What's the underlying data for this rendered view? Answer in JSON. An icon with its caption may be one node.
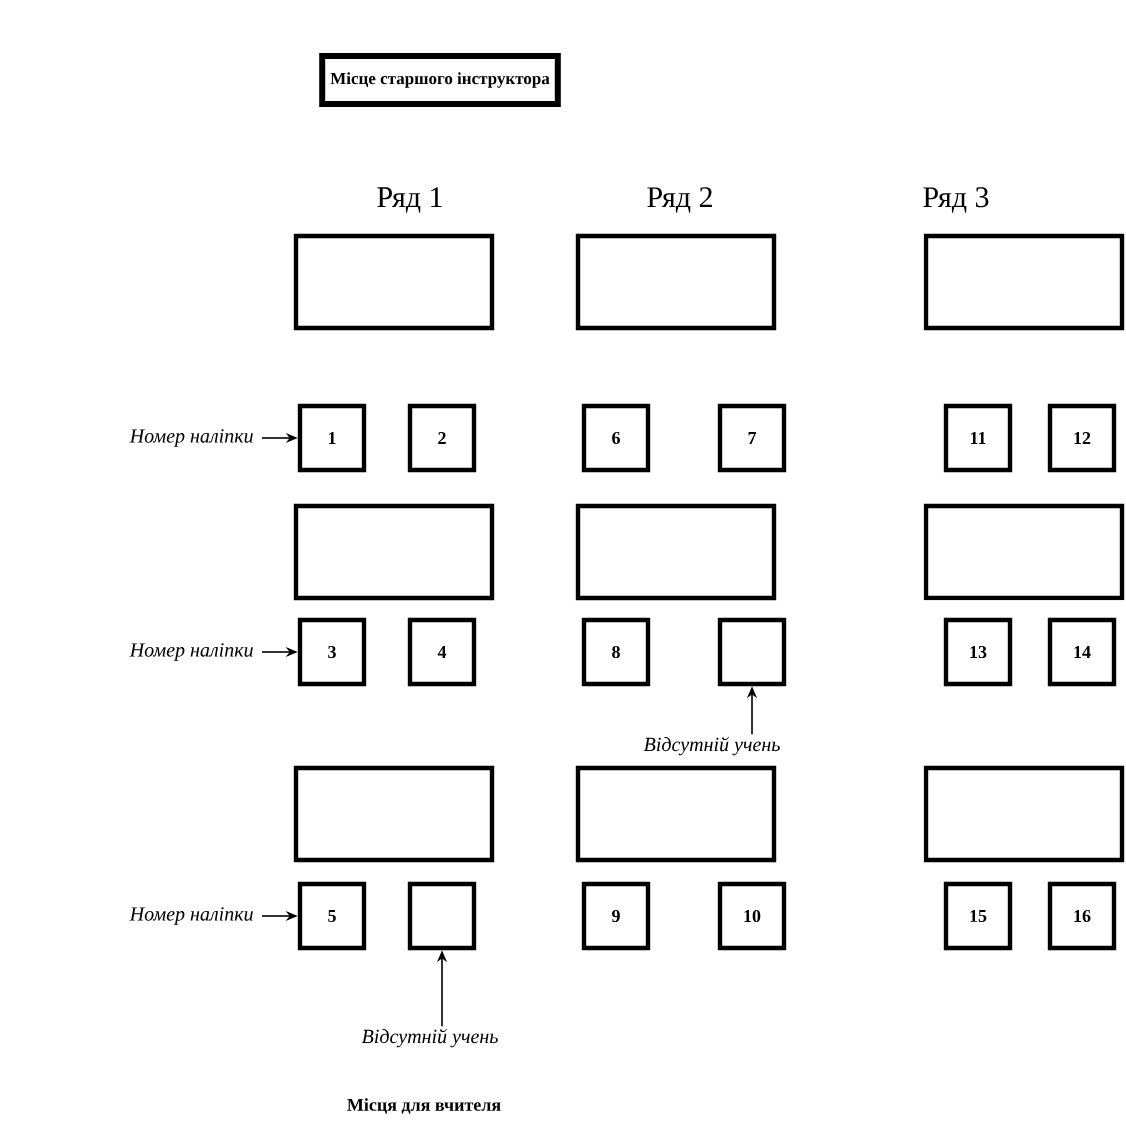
{
  "diagram": {
    "nodes": [
      {
        "text": [
          "Місце старшого інструктора"
        ]
      },
      {
        "text": [],
        "shape": "box"
      },
      {
        "text": [],
        "shape": "box"
      },
      {
        "text": [],
        "shape": "box"
      },
      {
        "text": [
          "Номер наліпки"
        ]
      },
      {
        "text": [
          "1"
        ]
      },
      {
        "text": [
          "2"
        ]
      },
      {
        "text": [
          "6"
        ]
      },
      {
        "text": [
          "7"
        ]
      },
      {
        "text": [
          "11"
        ]
      },
      {
        "text": [
          "12"
        ]
      },
      {
        "text": [],
        "shape": "box"
      },
      {
        "text": [],
        "shape": "box"
      },
      {
        "text": [],
        "shape": "box"
      },
      {
        "text": [
          "Номер наліпки"
        ]
      },
      {
        "text": [
          "3"
        ]
      },
      {
        "text": [
          "4"
        ]
      },
      {
        "text": [
          "8"
        ]
      },
      {
        "text": [],
        "shape": "box"
      },
      {
        "text": [
          "13"
        ]
      },
      {
        "text": [
          "14"
        ]
      },
      {
        "text": [
          "Відсутній учень"
        ]
      },
      {
        "text": [],
        "shape": "box"
      },
      {
        "text": [],
        "shape": "box"
      },
      {
        "text": [],
        "shape": "box"
      },
      {
        "text": [
          "Номер наліпки"
        ]
      },
      {
        "text": [
          "5"
        ]
      },
      {
        "text": [],
        "shape": "box"
      },
      {
        "text": [
          "9"
        ]
      },
      {
        "text": [
          "10"
        ]
      },
      {
        "text": [
          "15"
        ]
      },
      {
        "text": [
          "16"
        ]
      },
      {
        "text": [
          "Відсутній учень"
        ]
      }
    ],
    "edges": [
      {
        "from": 4,
        "to": 5,
        "arrow": "to"
      },
      {
        "from": 14,
        "to": 15,
        "arrow": "to"
      },
      {
        "from": 21,
        "to": 18,
        "arrow": "to"
      },
      {
        "from": 25,
        "to": 26,
        "arrow": "to"
      },
      {
        "from": 32,
        "to": 27,
        "arrow": "to"
      }
    ],
    "labels": [
      "Ряд 1",
      "Ряд 2",
      "Ряд 3",
      "Місця для вчителя"
    ]
  }
}
